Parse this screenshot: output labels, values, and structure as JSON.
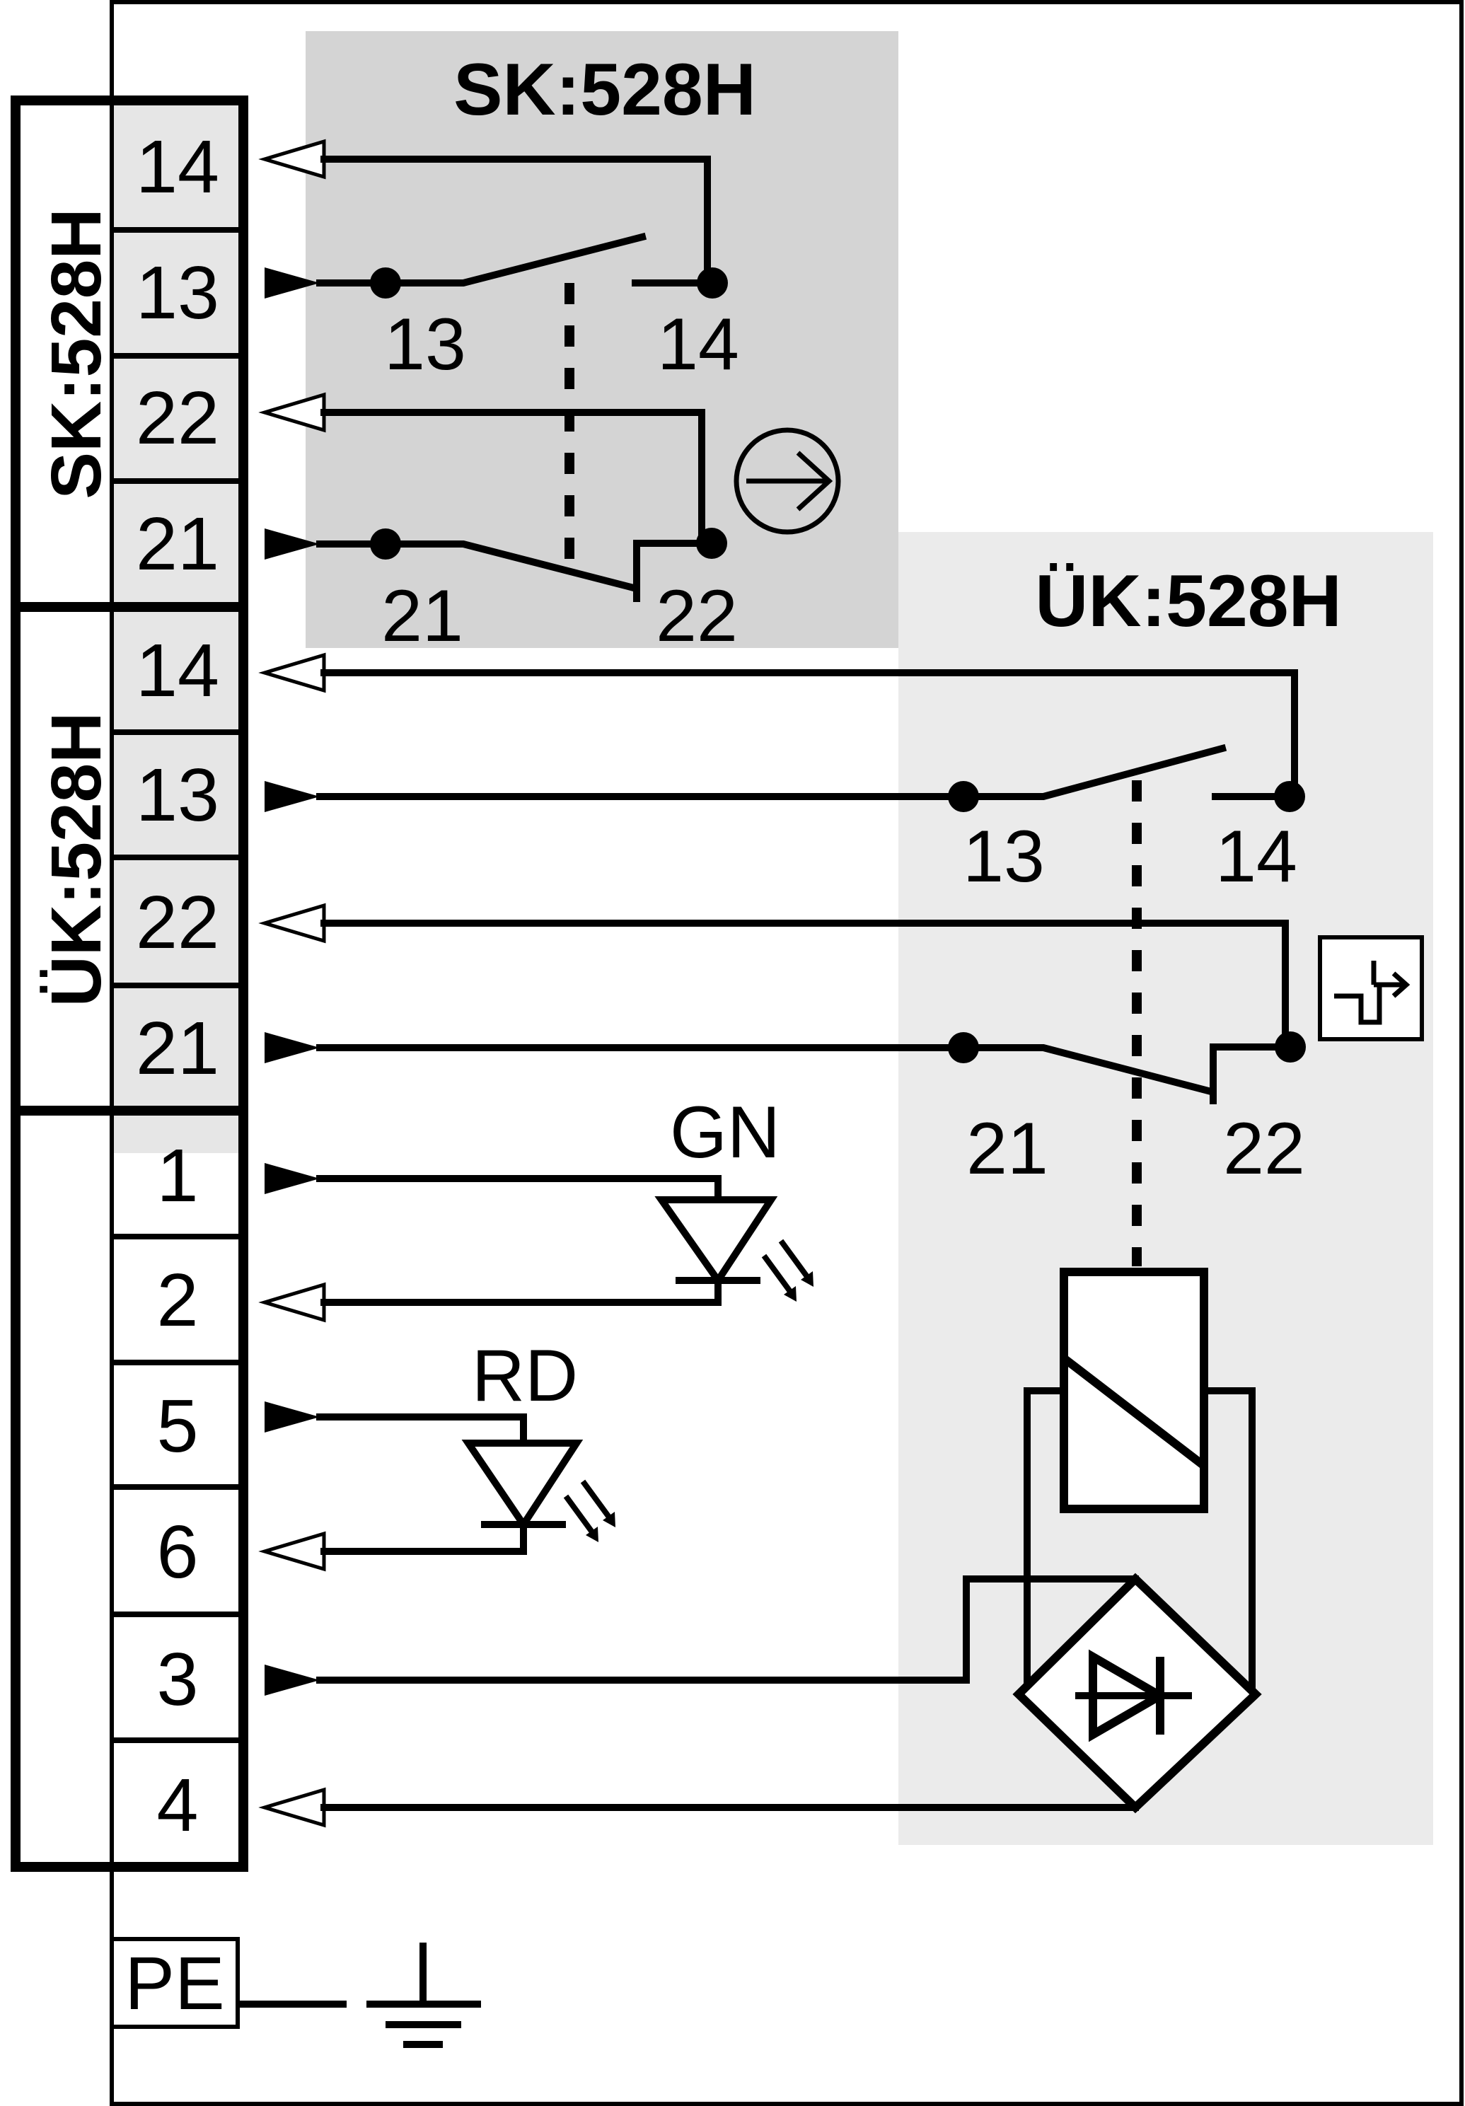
{
  "diagram": {
    "sk_block": {
      "title": "SK:528H",
      "vertical_label": "SK:528H",
      "terminals": [
        "14",
        "13",
        "22",
        "21"
      ],
      "contact_labels": {
        "no_left": "13",
        "no_right": "14",
        "nc_left": "21",
        "nc_right": "22"
      },
      "symbol_icon": "positive-opening-arrow-icon"
    },
    "uk_block": {
      "title": "ÜK:528H",
      "vertical_label": "ÜK:528H",
      "terminals": [
        "14",
        "13",
        "22",
        "21"
      ],
      "contact_labels": {
        "no_left": "13",
        "no_right": "14",
        "nc_left": "21",
        "nc_right": "22"
      },
      "symbol_icon": "interlock-actuator-icon"
    },
    "power_terminals": [
      "1",
      "2",
      "5",
      "6",
      "3",
      "4"
    ],
    "leds": {
      "green_label": "GN",
      "red_label": "RD"
    },
    "pe_label": "PE",
    "colors": {
      "line": "#000000",
      "terminal_fill": "#e6e6e6",
      "sk_zone": "#d4d4d4",
      "uk_zone": "#ebebeb"
    }
  }
}
